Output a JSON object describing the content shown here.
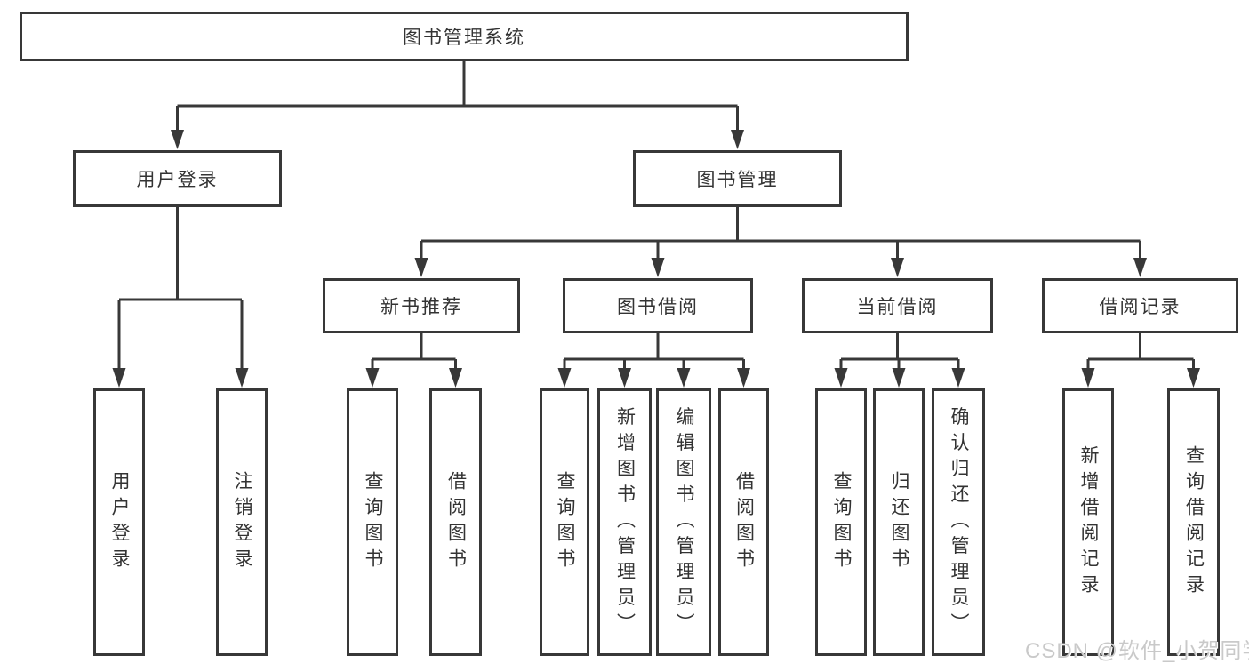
{
  "diagram": {
    "root": "图书管理系统",
    "level1": {
      "user_login": "用户登录",
      "book_mgmt": "图书管理"
    },
    "level2": {
      "new_book_rec": "新书推荐",
      "book_borrow": "图书借阅",
      "current_borrow": "当前借阅",
      "borrow_records": "借阅记录"
    },
    "leaves": {
      "user_login": "用户登录",
      "logout": "注销登录",
      "query_book_1": "查询图书",
      "borrow_book_1": "借阅图书",
      "query_book_2": "查询图书",
      "add_book_admin": "新增图书（管理员）",
      "edit_book_admin": "编辑图书（管理员）",
      "borrow_book_2": "借阅图书",
      "query_book_3": "查询图书",
      "return_book": "归还图书",
      "confirm_return_admin": "确认归还（管理员）",
      "add_borrow_record": "新增借阅记录",
      "query_borrow_record": "查询借阅记录"
    }
  },
  "watermark": "CSDN @软件_小贺同学",
  "colors": {
    "line": "#383838",
    "border": "#383838",
    "text": "#333333",
    "background": "#ffffff",
    "watermark": "#c9c9c9"
  }
}
